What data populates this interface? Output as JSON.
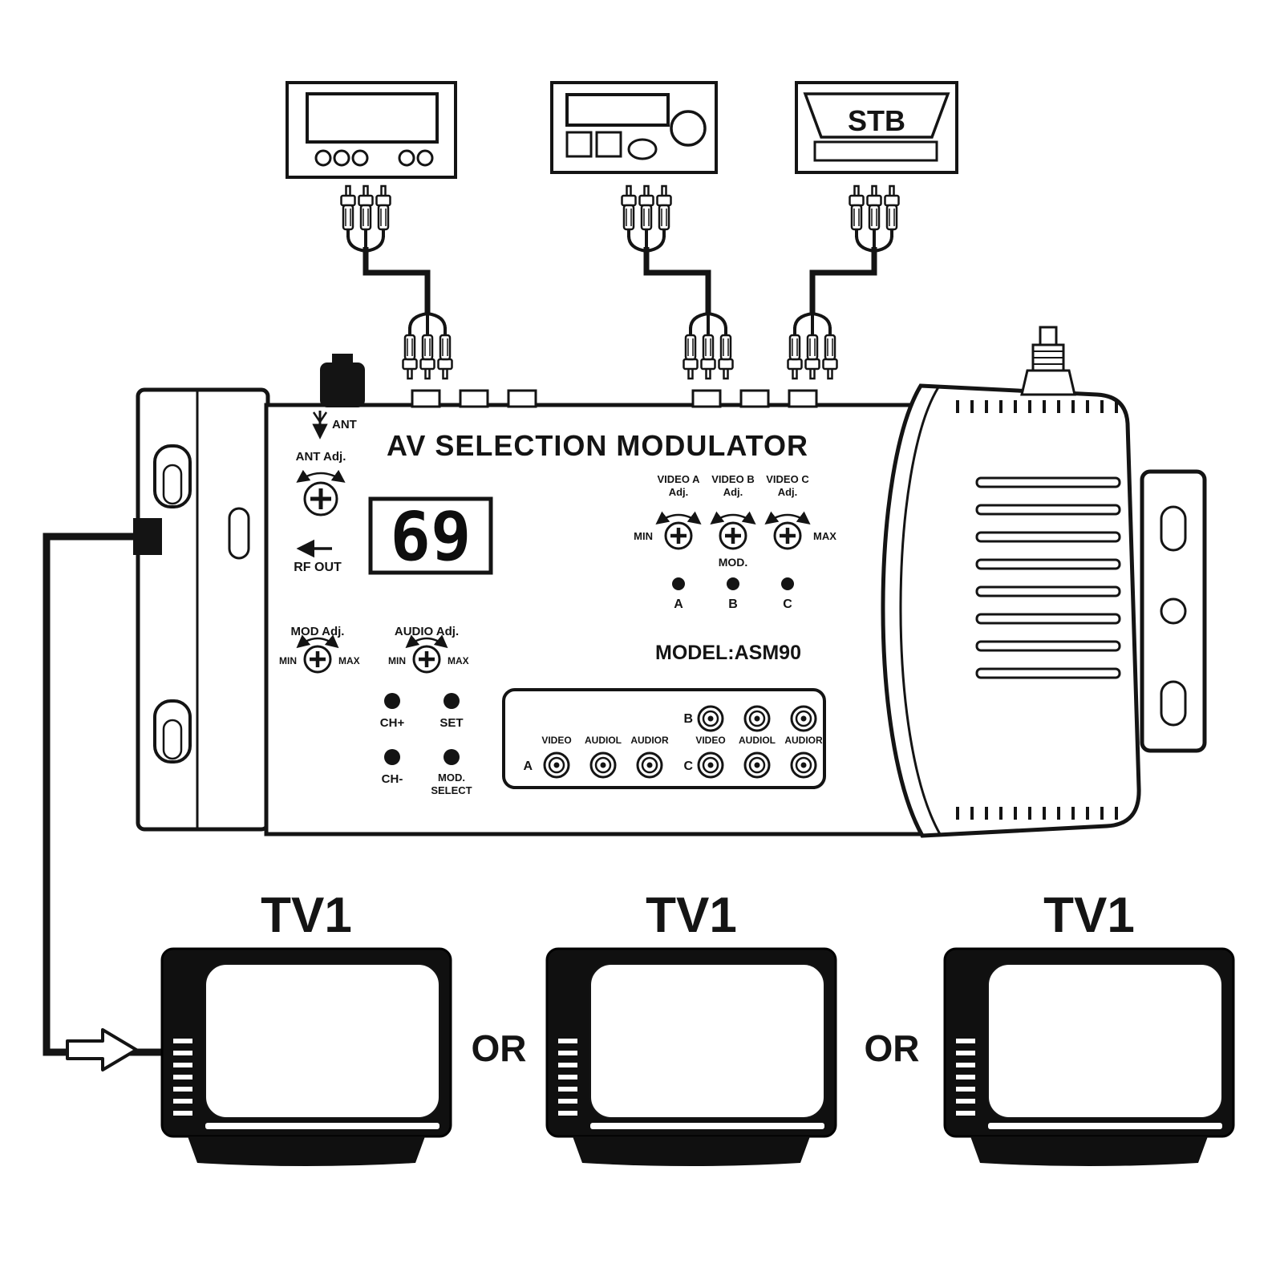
{
  "sources": {
    "stb_label": "STB"
  },
  "modulator": {
    "title": "AV SELECTION MODULATOR",
    "model": "MODEL:ASM90",
    "channel": "69",
    "ant": "ANT",
    "ant_adj": "ANT Adj.",
    "rf_out": "RF OUT",
    "adj_suffix": "Adj.",
    "video_knobs": [
      {
        "label": "VIDEO A"
      },
      {
        "label": "VIDEO B"
      },
      {
        "label": "VIDEO C"
      }
    ],
    "min": "MIN",
    "max": "MAX",
    "mod": "MOD.",
    "leds": [
      {
        "label": "A"
      },
      {
        "label": "B"
      },
      {
        "label": "C"
      }
    ],
    "mod_adj": "MOD Adj.",
    "audio_adj": "AUDIO Adj.",
    "buttons": {
      "ch_up": "CH+",
      "set": "SET",
      "ch_down": "CH-",
      "mod_select_line1": "MOD.",
      "mod_select_line2": "SELECT"
    },
    "jacks": {
      "row_a": "A",
      "row_b": "B",
      "row_c": "C",
      "video": "VIDEO",
      "audio_l": "AUDIOL",
      "audio_r": "AUDIOR"
    }
  },
  "tvs": [
    {
      "label": "TV1"
    },
    {
      "label": "TV1"
    },
    {
      "label": "TV1"
    }
  ],
  "or": "OR"
}
